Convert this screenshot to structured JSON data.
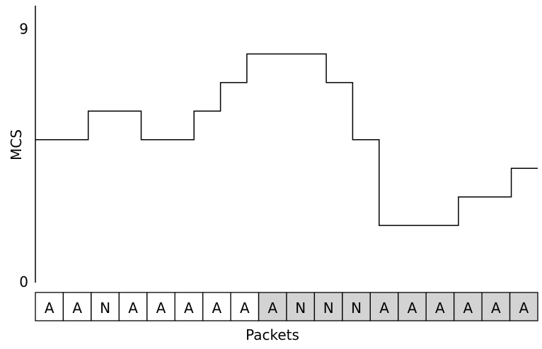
{
  "chart_data": {
    "type": "line",
    "step": true,
    "ylabel": "MCS",
    "xlabel": "Packets",
    "ylim": [
      0,
      9
    ],
    "yticks": [
      "0",
      "9"
    ],
    "mcs_values": [
      5,
      5,
      6,
      6,
      5,
      5,
      6,
      7,
      8,
      8,
      8,
      7,
      5,
      2,
      2,
      2,
      3,
      3,
      4
    ],
    "packets": [
      "A",
      "A",
      "N",
      "A",
      "A",
      "A",
      "A",
      "A",
      "A",
      "N",
      "N",
      "N",
      "A",
      "A",
      "A",
      "A",
      "A",
      "A"
    ],
    "packet_shaded": [
      false,
      false,
      false,
      false,
      false,
      false,
      false,
      false,
      true,
      true,
      true,
      true,
      true,
      true,
      true,
      true,
      true,
      true
    ],
    "colors": {
      "line": "#000000",
      "shaded_cell": "#d3d3d3",
      "plain_cell": "#ffffff",
      "border": "#000000"
    }
  }
}
